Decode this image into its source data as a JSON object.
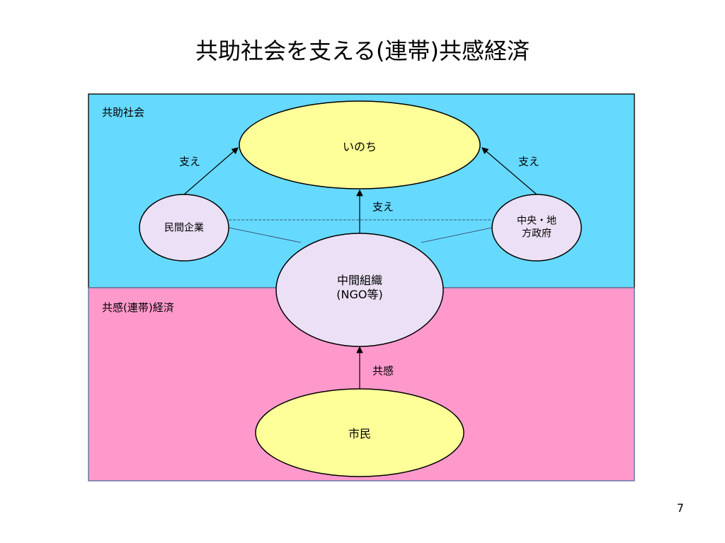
{
  "title": "共助社会を支える(連帯)共感経済",
  "page_number": "7",
  "colors": {
    "society_bg": "#66d9ff",
    "economy_bg": "#ff99cc",
    "ellipse_yellow": "#ffff99",
    "circle_lavender": "#ebe0f5"
  },
  "sections": {
    "society": "共助社会",
    "economy": "共感(連帯)経済"
  },
  "nodes": {
    "life": "いのち",
    "private_companies": "民間企業",
    "government_line1": "中央・地",
    "government_line2": "方政府",
    "intermediate_line1": "中間組織",
    "intermediate_line2": "(NGO等)",
    "citizens": "市民"
  },
  "edges": {
    "support_left": "支え",
    "support_right": "支え",
    "support_center": "支え",
    "empathy": "共感"
  }
}
